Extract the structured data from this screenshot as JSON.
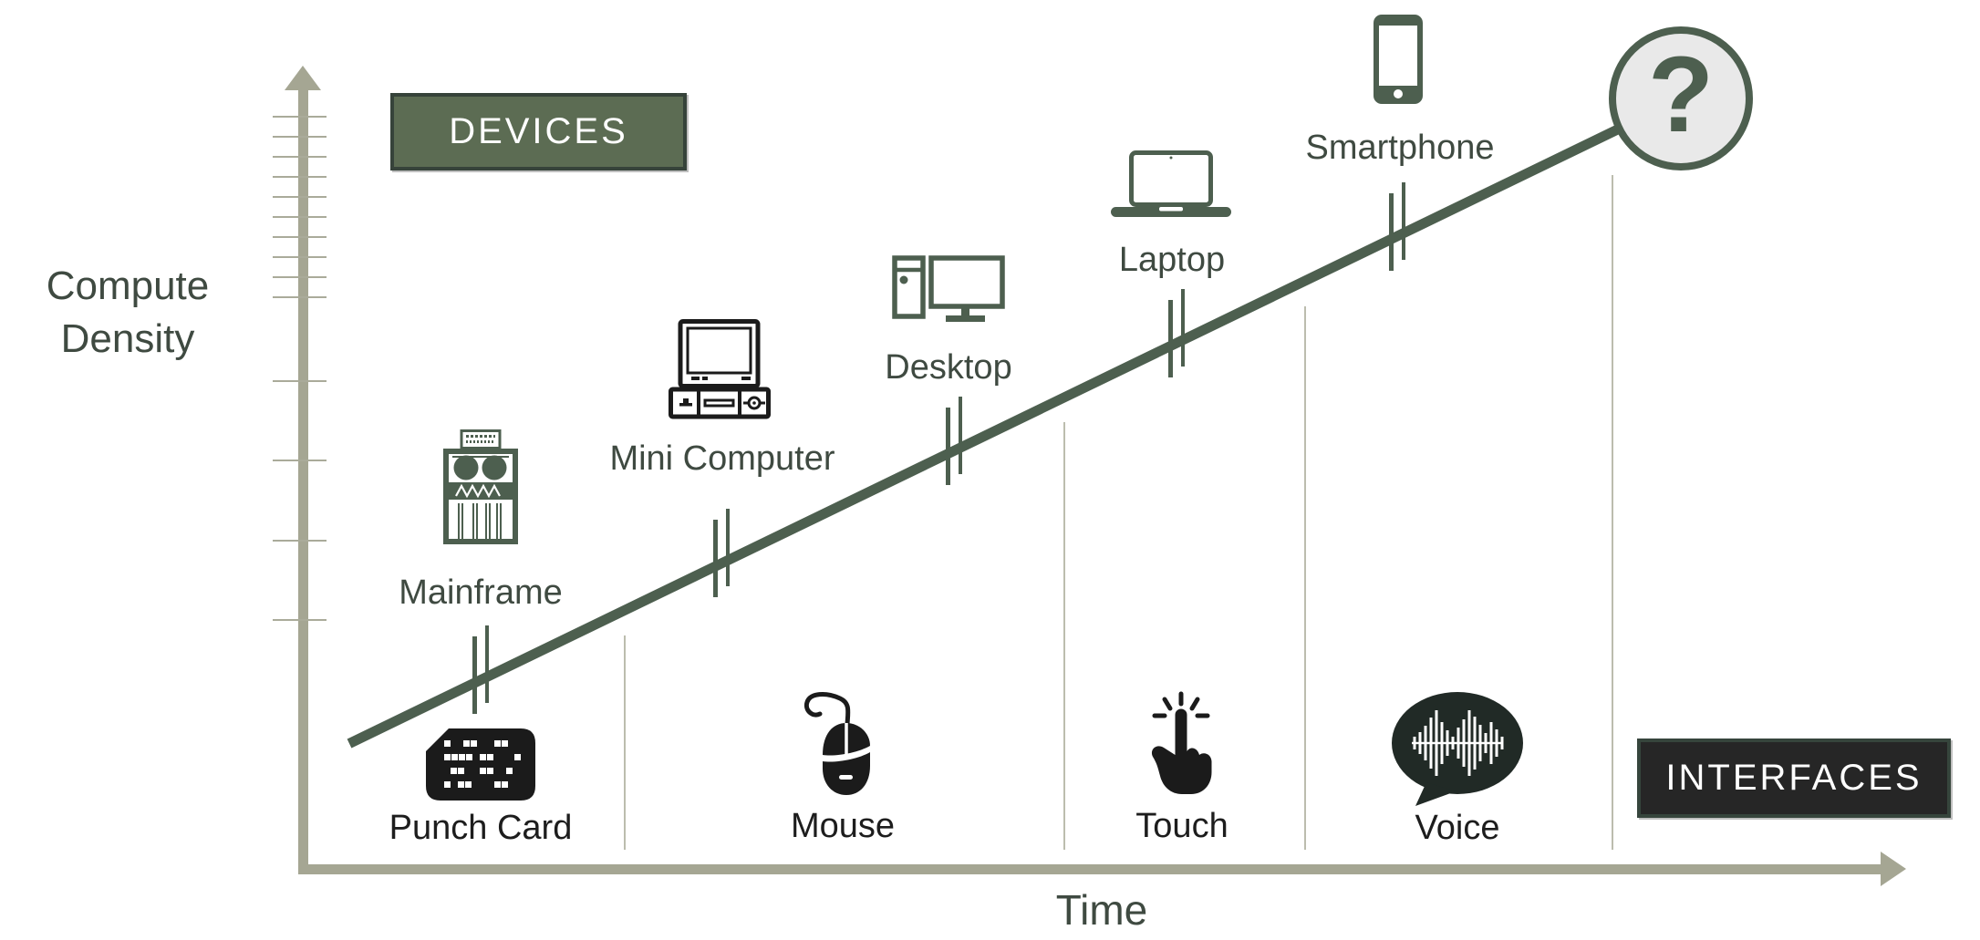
{
  "diagram": {
    "y_axis_label_line1": "Compute",
    "y_axis_label_line2": "Density",
    "x_axis_label": "Time",
    "devices_banner": "DEVICES",
    "interfaces_banner": "INTERFACES",
    "future_symbol": "?"
  },
  "devices": [
    {
      "label": "Mainframe"
    },
    {
      "label": "Mini Computer"
    },
    {
      "label": "Desktop"
    },
    {
      "label": "Laptop"
    },
    {
      "label": "Smartphone"
    }
  ],
  "interfaces": [
    {
      "label": "Punch Card"
    },
    {
      "label": "Mouse"
    },
    {
      "label": "Touch"
    },
    {
      "label": "Voice"
    }
  ],
  "colors": {
    "primary-green": "#4d5f4f",
    "banner-green-fill": "#5c6c53",
    "banner-green-border": "#36433a",
    "dark-box-fill": "#262626",
    "dark-box-border": "#36453c",
    "axis-gray": "#a5a693",
    "tick-gray": "#aaab9a",
    "separator-gray": "#bcbdae",
    "label-green": "#3f4a41",
    "label-black": "#1d1d1d",
    "circle-fill": "#e9e9e9",
    "icon-black": "#1b1b1b"
  }
}
